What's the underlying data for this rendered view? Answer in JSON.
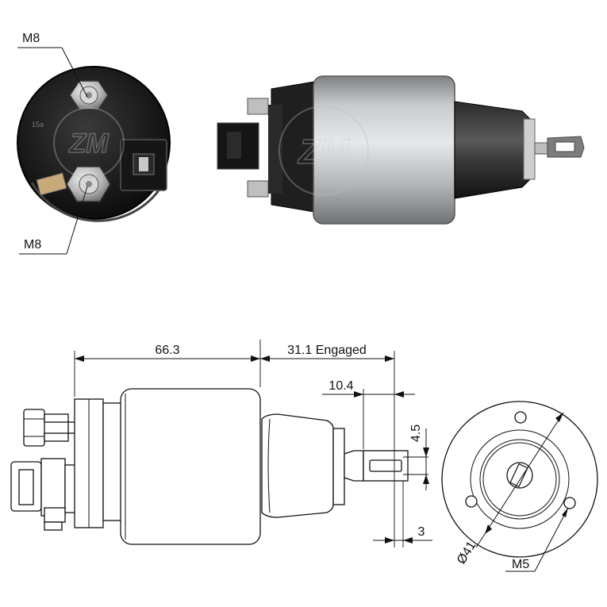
{
  "photo_labels": {
    "top_terminal": "M8",
    "bottom_terminal": "M8"
  },
  "dimensions": {
    "body_length": "66.3",
    "stroke_engaged": "31.1 Engaged",
    "eyelet_offset": "10.4",
    "eyelet_hole": "4.5",
    "eyelet_thickness": "3",
    "diameter": "Ø41",
    "mount_thread": "M5"
  },
  "watermark": {
    "letters": "ZM"
  },
  "colors": {
    "housing_dark": "#1c1c1c",
    "steel": "#b9bcbf",
    "copper": "#c8a97a"
  }
}
